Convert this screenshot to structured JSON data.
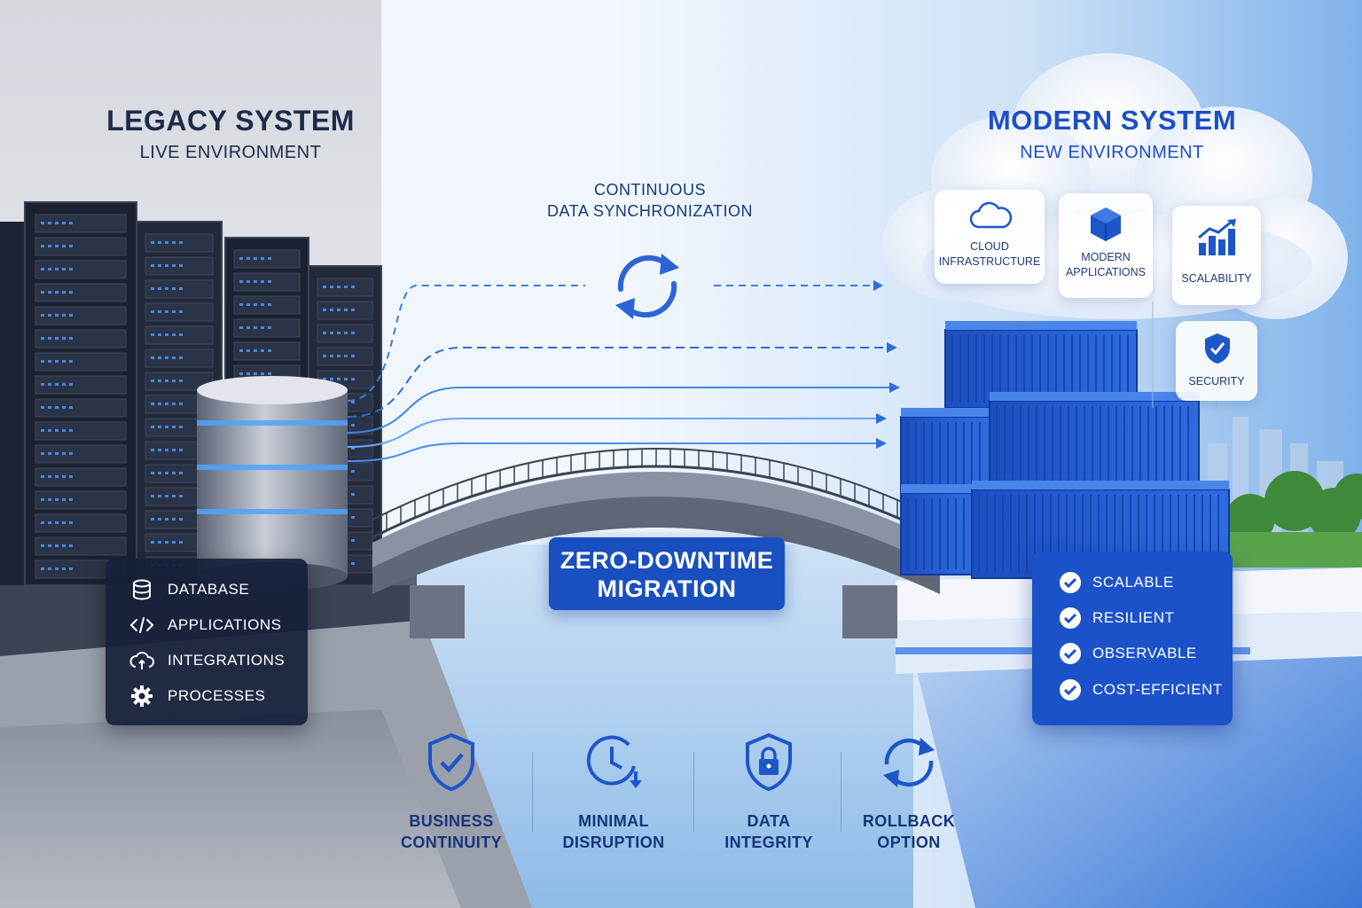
{
  "legacy": {
    "title": "LEGACY SYSTEM",
    "subtitle": "LIVE ENVIRONMENT",
    "items": [
      {
        "label": "DATABASE",
        "icon": "database-icon"
      },
      {
        "label": "APPLICATIONS",
        "icon": "code-icon"
      },
      {
        "label": "INTEGRATIONS",
        "icon": "integrations-icon"
      },
      {
        "label": "PROCESSES",
        "icon": "gear-icon"
      }
    ]
  },
  "sync": {
    "line1": "CONTINUOUS",
    "line2": "DATA SYNCHRONIZATION",
    "icon": "sync-icon"
  },
  "bridge": {
    "line1": "ZERO-DOWNTIME",
    "line2": "MIGRATION"
  },
  "modern": {
    "title": "MODERN SYSTEM",
    "subtitle": "NEW ENVIRONMENT",
    "cards": [
      {
        "line1": "CLOUD",
        "line2": "INFRASTRUCTURE",
        "icon": "cloud-icon"
      },
      {
        "line1": "MODERN",
        "line2": "APPLICATIONS",
        "icon": "cube-icon"
      },
      {
        "line1": "SCALABILITY",
        "icon": "bar-chart-icon"
      },
      {
        "line1": "SECURITY",
        "icon": "shield-check-icon"
      }
    ],
    "features": [
      "SCALABLE",
      "RESILIENT",
      "OBSERVABLE",
      "COST-EFFICIENT"
    ]
  },
  "benefits": [
    {
      "line1": "BUSINESS",
      "line2": "CONTINUITY",
      "icon": "shield-check-icon"
    },
    {
      "line1": "MINIMAL",
      "line2": "DISRUPTION",
      "icon": "clock-icon"
    },
    {
      "line1": "DATA",
      "line2": "INTEGRITY",
      "icon": "padlock-shield-icon"
    },
    {
      "line1": "ROLLBACK",
      "line2": "OPTION",
      "icon": "rollback-icon"
    }
  ],
  "colors": {
    "brand_blue": "#1a4fc0",
    "navy": "#1d2b4a",
    "container_blue": "#2458c8"
  }
}
